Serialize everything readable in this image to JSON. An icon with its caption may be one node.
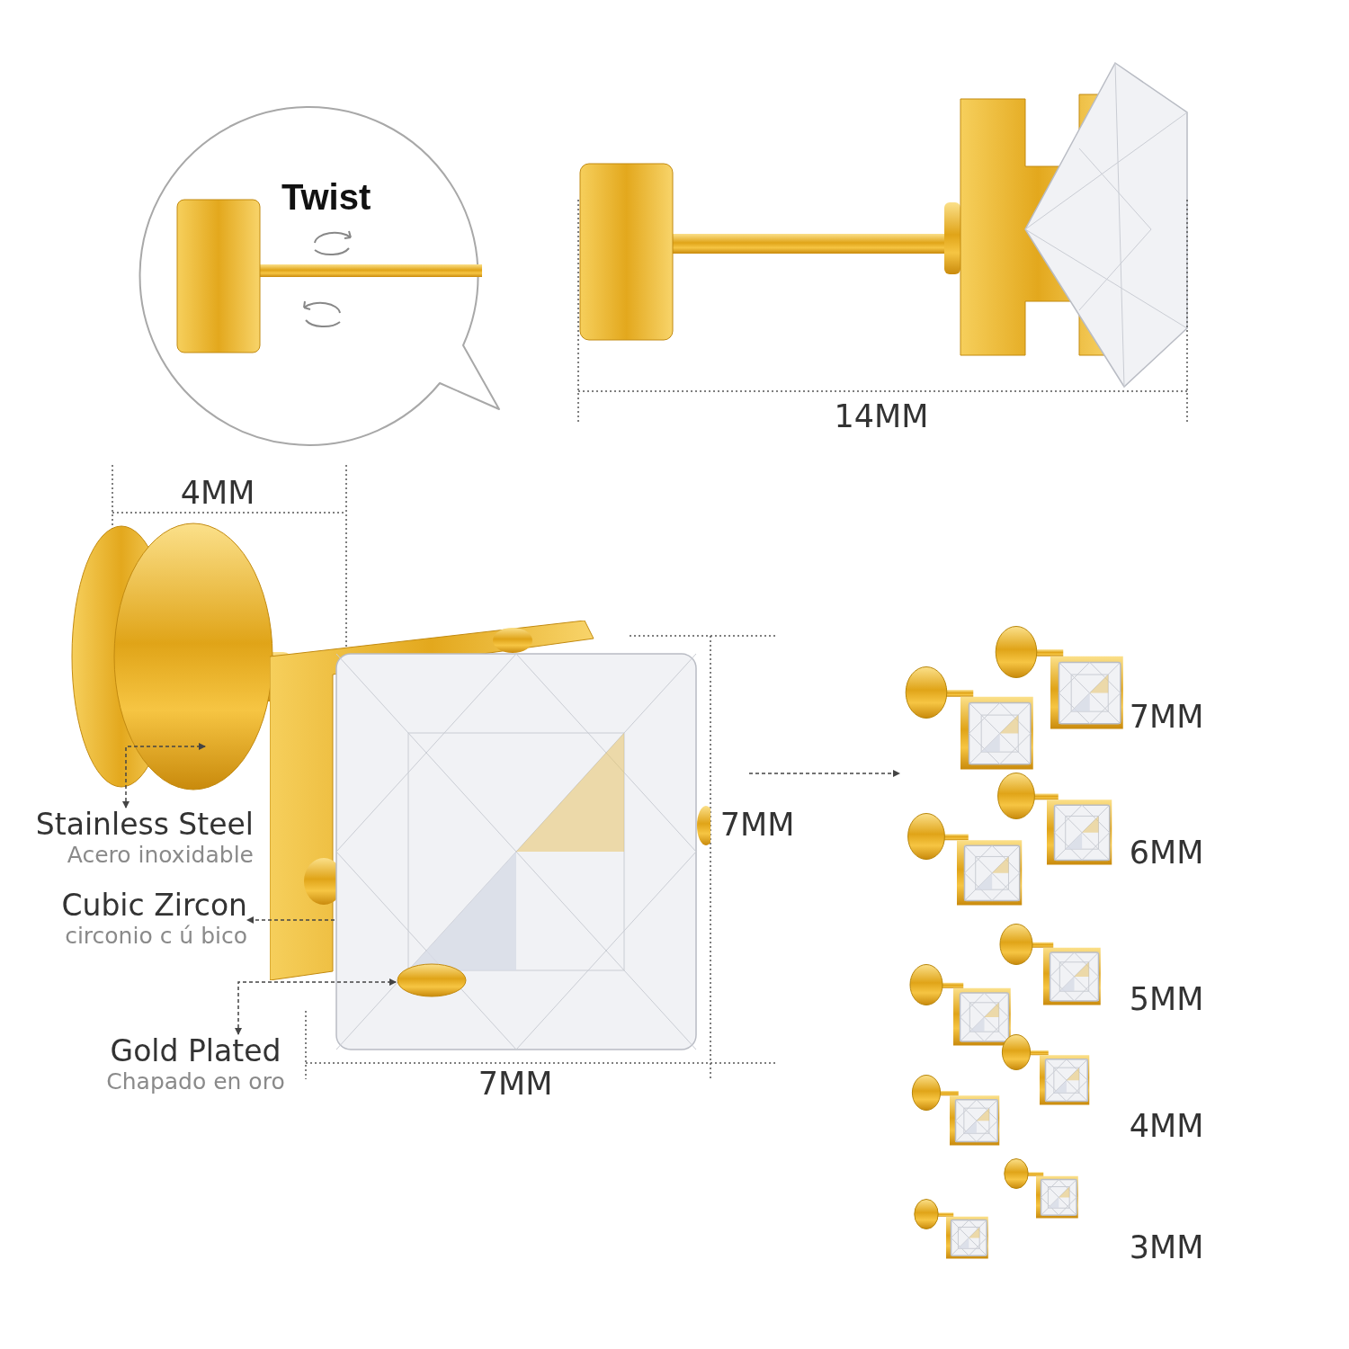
{
  "diagram": {
    "nodes": [
      {
        "text": [
          "Twist"
        ]
      },
      {
        "text": [
          "Stainless Steel",
          "Acero inoxidable"
        ]
      },
      {
        "text": [
          "Cubic Zircon",
          "circonio c ú bico"
        ]
      },
      {
        "text": [
          "Gold Plated",
          "Chapado en oro"
        ]
      },
      {
        "text": [],
        "shape": "picture"
      },
      {
        "text": [],
        "shape": "picture"
      },
      {
        "text": [],
        "shape": "picture",
        "in": 5
      },
      {
        "text": [],
        "shape": "picture",
        "beside": [
          "7MM",
          "6MM",
          "5MM",
          "4MM",
          "3MM"
        ]
      }
    ],
    "edges": [
      {
        "from": 1,
        "to": 4,
        "arrow": "both",
        "style": "dashed"
      },
      {
        "from": 5,
        "to": 2,
        "arrow": "to",
        "style": "dashed"
      },
      {
        "from": 3,
        "to": 6,
        "arrow": "both",
        "style": "dashed"
      },
      {
        "from": null,
        "to": 7,
        "arrow": "to",
        "style": "dashed"
      }
    ],
    "labels": [
      "14MM",
      "4MM",
      "7MM",
      "7MM"
    ]
  }
}
